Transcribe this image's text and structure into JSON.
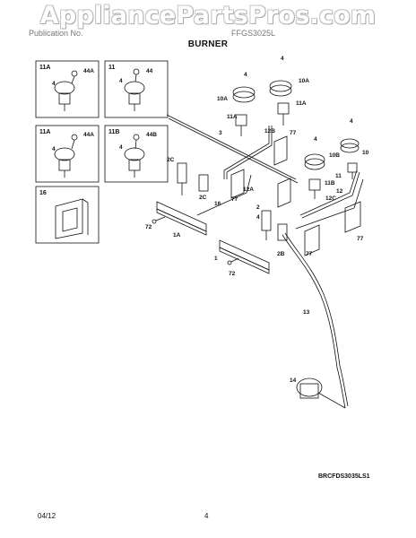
{
  "watermark": "AppliancePartsPros.com",
  "header": {
    "left": "Publication No.",
    "right": "FFGS3025L"
  },
  "section_title": "BURNER",
  "insets": [
    {
      "label": "11A",
      "parts": [
        "44A",
        "4"
      ]
    },
    {
      "label": "11",
      "parts": [
        "44",
        "4"
      ]
    },
    {
      "label": "11A",
      "parts": [
        "44A",
        "4"
      ]
    },
    {
      "label": "11B",
      "parts": [
        "44B",
        "4"
      ]
    },
    {
      "label": "16",
      "parts": []
    }
  ],
  "callouts": [
    "4",
    "4",
    "10A",
    "10A",
    "11A",
    "11A",
    "3",
    "12B",
    "77",
    "4",
    "4",
    "10B",
    "10",
    "11",
    "11B",
    "12C",
    "12",
    "2C",
    "2C",
    "12A",
    "77",
    "16",
    "2",
    "4",
    "72",
    "1A",
    "1",
    "2B",
    "77",
    "77",
    "72",
    "13",
    "14"
  ],
  "diagram_ref": "BRCFDS3035LS1",
  "footer": {
    "date": "04/12",
    "page": "4"
  }
}
